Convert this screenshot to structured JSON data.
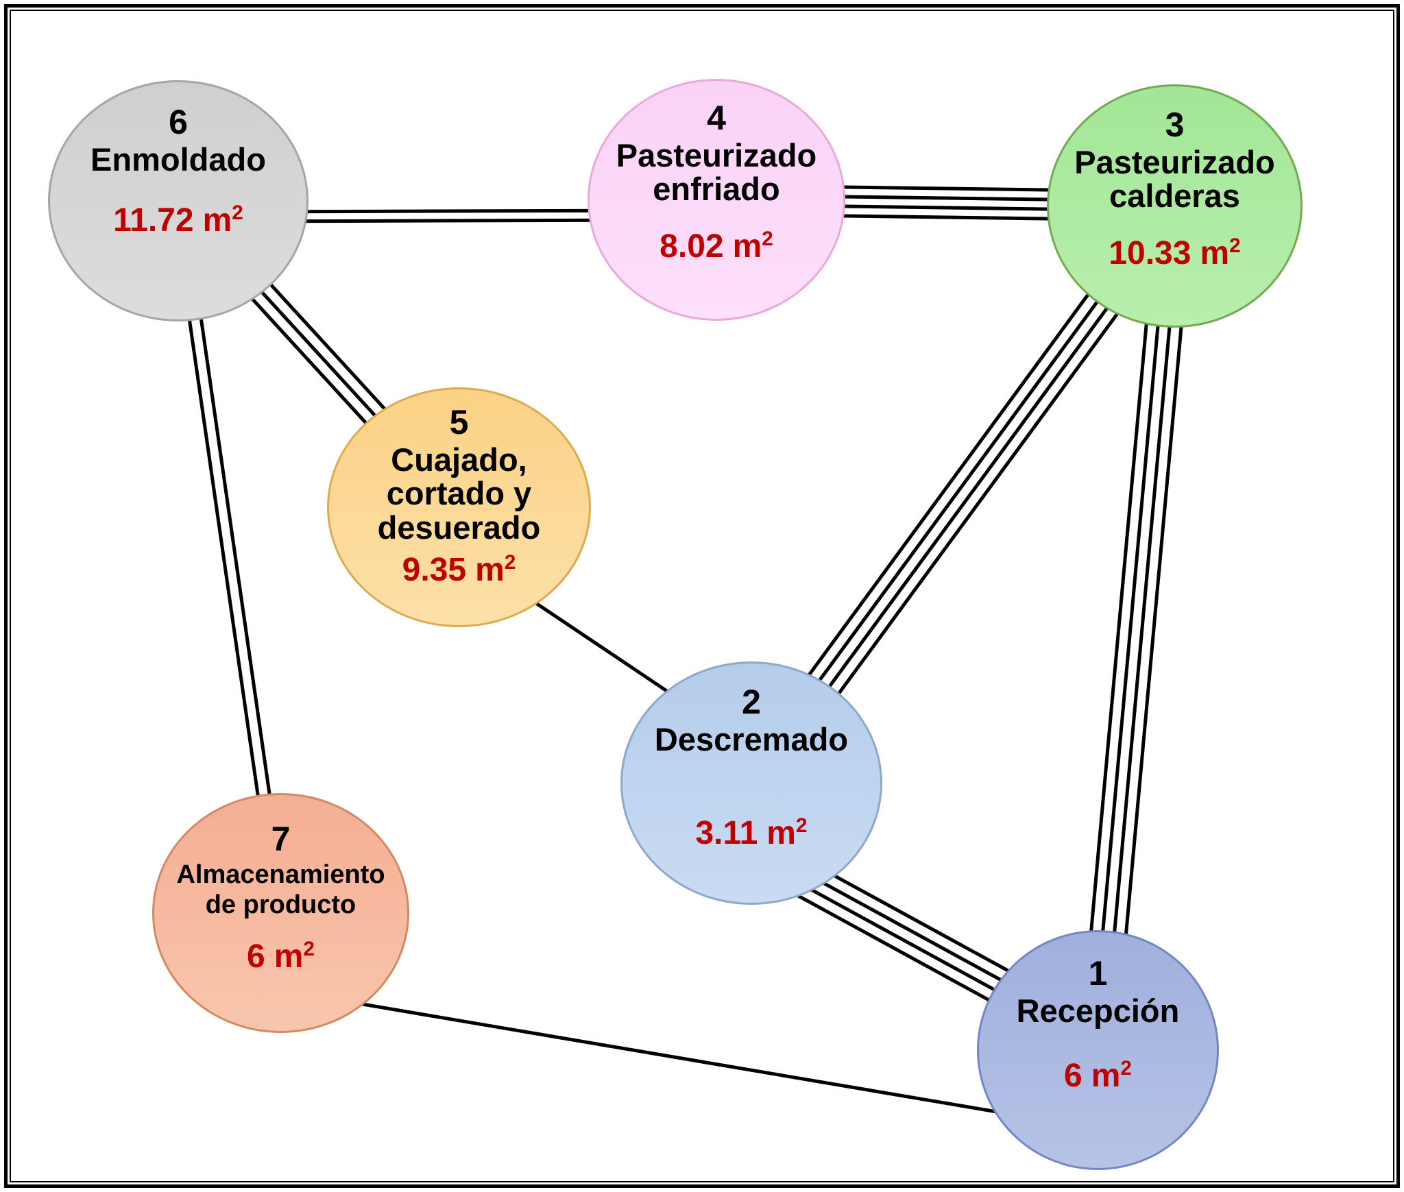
{
  "diagram": {
    "type": "relationship-diagram",
    "line_color": "#000000",
    "frame_color": "#000000",
    "background": "#ffffff",
    "area_text_color": "#c00000",
    "label_text_color": "#000000"
  },
  "unit": {
    "symbol": "m",
    "exponent": "2"
  },
  "nodes": [
    {
      "id": "recepcion",
      "number": "1",
      "name": "Recepción",
      "area": "6",
      "fill_top": "#9fb0dc",
      "fill_bottom": "#b6c3e7",
      "border": "#7487c3"
    },
    {
      "id": "descremado",
      "number": "2",
      "name": "Descremado",
      "area": "3.11",
      "fill_top": "#b4cdeb",
      "fill_bottom": "#c9dbf2",
      "border": "#8ea8cc"
    },
    {
      "id": "pasteurizado-calderas",
      "number": "3",
      "name": "Pasteurizado calderas",
      "area": "10.33",
      "fill_top": "#a3e697",
      "fill_bottom": "#b8eeae",
      "border": "#72aa50"
    },
    {
      "id": "pasteurizado-enfriado",
      "number": "4",
      "name": "Pasteurizado enfriado",
      "area": "8.02",
      "fill_top": "#fad2f7",
      "fill_bottom": "#fde0fa",
      "border": "#eca8d9"
    },
    {
      "id": "cuajado",
      "number": "5",
      "name": "Cuajado, cortado y desuerado",
      "area": "9.35",
      "fill_top": "#fbd286",
      "fill_bottom": "#fce0a8",
      "border": "#dcab50"
    },
    {
      "id": "enmoldado",
      "number": "6",
      "name": "Enmoldado",
      "area": "11.72",
      "fill_top": "#cfcfcf",
      "fill_bottom": "#dddddd",
      "border": "#a5a5a5"
    },
    {
      "id": "almacenamiento",
      "number": "7",
      "name": "Almacenamiento de producto",
      "area": "6",
      "fill_top": "#f4ae93",
      "fill_bottom": "#f8c6ad",
      "border": "#d18a63"
    }
  ],
  "connections": [
    {
      "from": "enmoldado",
      "to": "pasteurizado-enfriado",
      "lines": 2
    },
    {
      "from": "pasteurizado-enfriado",
      "to": "pasteurizado-calderas",
      "lines": 4
    },
    {
      "from": "enmoldado",
      "to": "cuajado",
      "lines": 3
    },
    {
      "from": "enmoldado",
      "to": "almacenamiento",
      "lines": 2
    },
    {
      "from": "cuajado",
      "to": "descremado",
      "lines": 1
    },
    {
      "from": "descremado",
      "to": "pasteurizado-calderas",
      "lines": 4
    },
    {
      "from": "pasteurizado-calderas",
      "to": "recepcion",
      "lines": 4
    },
    {
      "from": "descremado",
      "to": "recepcion",
      "lines": 4
    },
    {
      "from": "almacenamiento",
      "to": "recepcion",
      "lines": 1
    }
  ]
}
